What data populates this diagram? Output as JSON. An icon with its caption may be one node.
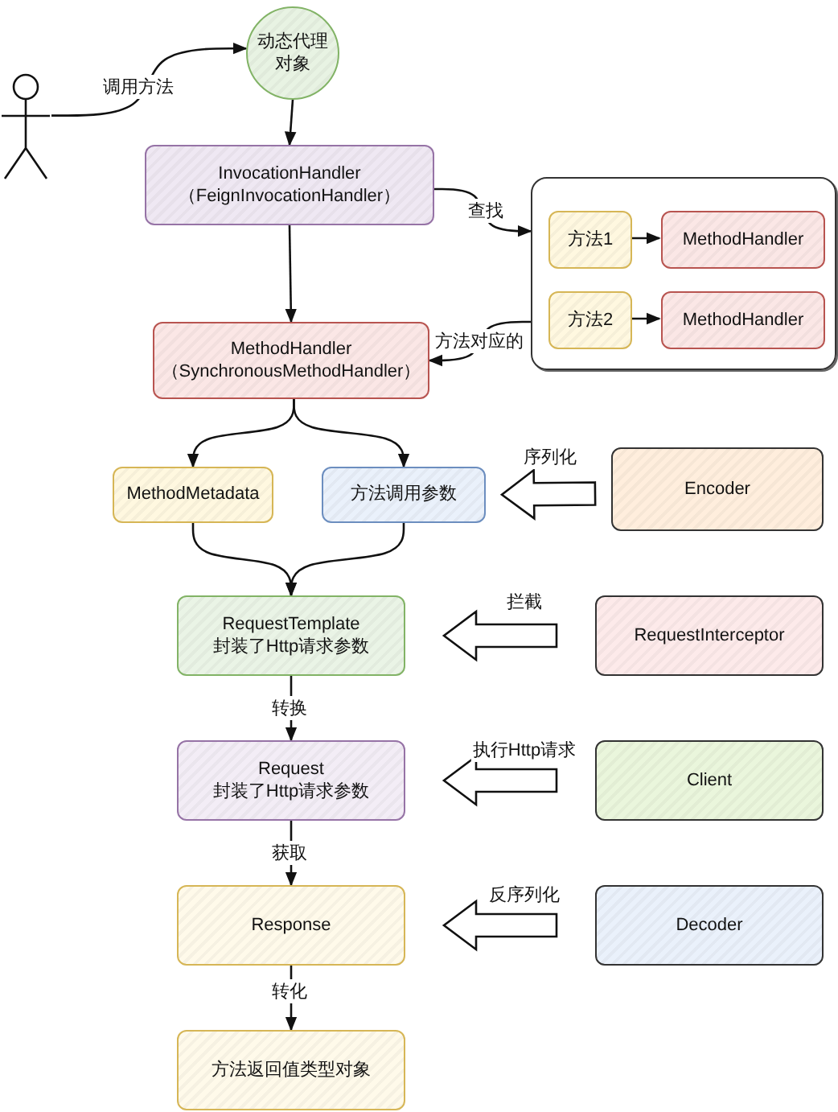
{
  "diagram": {
    "nodes": [
      {
        "text": [],
        "shape": "person"
      },
      {
        "text": [
          "动态代理对象"
        ]
      },
      {
        "text": [
          "InvocationHandler",
          "（FeignInvocationHandler）"
        ]
      },
      {
        "text": [],
        "shape": "box"
      },
      {
        "text": [
          "方法1"
        ],
        "in": 3
      },
      {
        "text": [
          "MethodHandler"
        ],
        "in": 3
      },
      {
        "text": [
          "方法2"
        ],
        "in": 3
      },
      {
        "text": [
          "MethodHandler"
        ],
        "in": 3
      },
      {
        "text": [
          "MethodHandler",
          "（SynchronousMethodHandler）"
        ]
      },
      {
        "text": [
          "MethodMetadata"
        ]
      },
      {
        "text": [
          "方法调用参数"
        ]
      },
      {
        "text": [
          "Encoder"
        ]
      },
      {
        "text": [
          "RequestTemplate",
          "封装了Http请求参数"
        ]
      },
      {
        "text": [
          "RequestInterceptor"
        ]
      },
      {
        "text": [
          "Request",
          "封装了Http请求参数"
        ]
      },
      {
        "text": [
          "Client"
        ]
      },
      {
        "text": [
          "Response"
        ]
      },
      {
        "text": [
          "Decoder"
        ]
      },
      {
        "text": [
          "方法返回值类型对象"
        ]
      }
    ],
    "edges": [
      {
        "from": 0,
        "to": 1,
        "arrow": "to",
        "label": "调用方法"
      },
      {
        "from": 1,
        "to": 2,
        "arrow": "to"
      },
      {
        "from": 2,
        "to": 3,
        "arrow": "to",
        "label": "查找"
      },
      {
        "from": 4,
        "to": 5,
        "arrow": "to"
      },
      {
        "from": 6,
        "to": 7,
        "arrow": "to"
      },
      {
        "from": 3,
        "to": 8,
        "arrow": "to",
        "label": "方法对应的"
      },
      {
        "from": 2,
        "to": 8,
        "arrow": "to"
      },
      {
        "from": 8,
        "to": 9,
        "arrow": "to"
      },
      {
        "from": 8,
        "to": 10,
        "arrow": "to"
      },
      {
        "from": 9,
        "to": 12,
        "arrow": "to"
      },
      {
        "from": 10,
        "to": 12,
        "arrow": "to"
      },
      {
        "from": 11,
        "to": 10,
        "arrow": "to",
        "label": "序列化",
        "style": "thick"
      },
      {
        "from": 13,
        "to": 12,
        "arrow": "to",
        "label": "拦截",
        "style": "thick"
      },
      {
        "from": 12,
        "to": 14,
        "arrow": "to",
        "label": "转换"
      },
      {
        "from": 15,
        "to": 14,
        "arrow": "to",
        "label": "执行Http请求",
        "style": "thick"
      },
      {
        "from": 14,
        "to": 16,
        "arrow": "to",
        "label": "获取"
      },
      {
        "from": 17,
        "to": 16,
        "arrow": "to",
        "label": "反序列化",
        "style": "thick"
      },
      {
        "from": 16,
        "to": 18,
        "arrow": "to",
        "label": "转化"
      }
    ]
  }
}
